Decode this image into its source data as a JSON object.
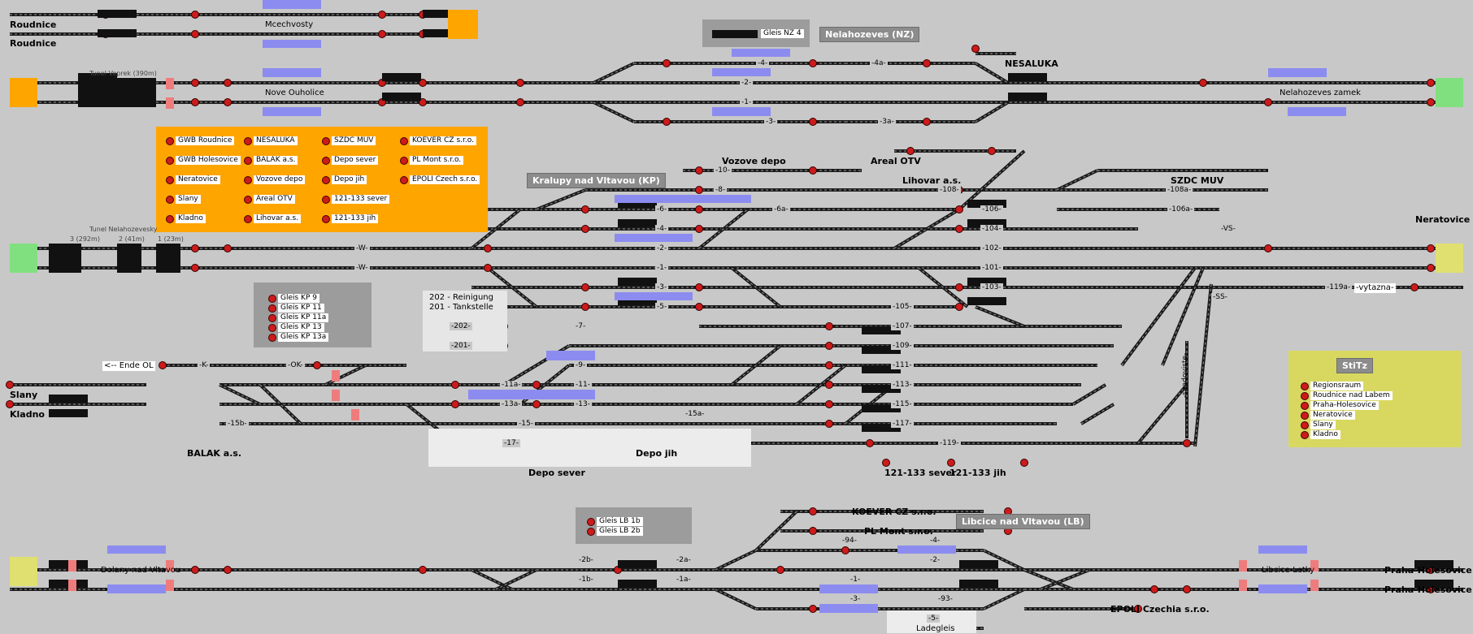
{
  "title_boxes": {
    "gleis_nz4": "Gleis NZ 4",
    "nelahozeves_nz": "Nelahozeves (NZ)",
    "kralupy_kp": "Kralupy nad Vltavou (KP)",
    "libcice_lb": "Libcice nad Vltavou (LB)",
    "stitz": "StiTz"
  },
  "stations": {
    "roudnice_1": "Roudnice",
    "roudnice_2": "Roudnice",
    "mcechvosty": "Mcechvosty",
    "nove_ouholice": "Nove Ouholice",
    "nesaluka": "NESALUKA",
    "nelahozeves_zamek": "Nelahozeves zamek",
    "vozove_depo": "Vozove depo",
    "areal_otv": "Areal OTV",
    "lihovar": "Lihovar a.s.",
    "szdc_muv": "SZDC MUV",
    "neratovice": "Neratovice",
    "slany": "Slany",
    "kladno": "Kladno",
    "balak": "BALAK a.s.",
    "depo_sever": "Depo sever",
    "depo_jih": "Depo jih",
    "sever_121": "121-133 sever",
    "jih_121": "121-133 jih",
    "koever": "KOEVER CZ s.r.o.",
    "pl_mont": "PL Mont s.r.o.",
    "epoli": "EPOLI Czechia s.r.o.",
    "praha_1": "Praha-Holesovice",
    "praha_2": "Praha-Holesovice",
    "dolany": "Dolany nad Vltavou",
    "libcice_letky": "Libcice-Letky",
    "ladegleis": "Ladegleis",
    "ende_ol": "<-- Ende OL",
    "reinigung": "202 - Reinigung",
    "tankstelle": "201 - Tankstelle",
    "tunnel_veprek": "Tunel Veprek (390m)",
    "tunnel_nelahozevesky": "Tunel Nelahozevesky",
    "tunnel_3": "3 (292m)",
    "tunnel_2": "2 (41m)",
    "tunnel_1": "1 (23m)",
    "spadoviste": "-spadoviste-",
    "vytazna": "-vytazna-"
  },
  "legend_orange": [
    "GWB Roudnice",
    "GWB Holesovice",
    "Neratovice",
    "Slany",
    "Kladno",
    "NESALUKA",
    "BALAK a.s.",
    "Vozove depo",
    "Areal OTV",
    "Lihovar a.s.",
    "SZDC MUV",
    "Depo sever",
    "Depo jih",
    "121-133 sever",
    "121-133 jih",
    "KOEVER CZ s.r.o.",
    "PL Mont s.r.o.",
    "EPOLI Czech s.r.o."
  ],
  "legend_kp": [
    "Gleis KP 9",
    "Gleis KP 11",
    "Gleis KP 11a",
    "Gleis KP 13",
    "Gleis KP 13a"
  ],
  "legend_lb": [
    "Gleis LB 1b",
    "Gleis LB 2b"
  ],
  "legend_stitz": [
    "Regionsraum",
    "Roudnice nad Labem",
    "Praha-Holesovice",
    "Neratovice",
    "Slany",
    "Kladno"
  ],
  "track_labels": {
    "nz_4": "-4-",
    "nz_4a": "-4a-",
    "nz_2": "-2-",
    "nz_1": "-1-",
    "nz_3": "-3-",
    "nz_3a": "-3a-",
    "kp_10": "-10-",
    "kp_8": "-8-",
    "kp_6": "-6-",
    "kp_6a": "-6a-",
    "kp_4": "-4-",
    "kp_2": "-2-",
    "kp_1": "-1-",
    "kp_3": "-3-",
    "kp_5": "-5-",
    "kp_7": "-7-",
    "kp_9": "-9-",
    "kp_11": "-11-",
    "kp_11a": "-11a-",
    "kp_13": "-13-",
    "kp_13a": "-13a-",
    "kp_15": "-15-",
    "kp_15a": "-15a-",
    "kp_15b": "-15b-",
    "kp_17": "-17-",
    "kp_202": "-202-",
    "kp_201": "-201-",
    "kp_108": "-108-",
    "kp_108a": "-108a-",
    "kp_106": "-106-",
    "kp_106a": "-106a-",
    "kp_104": "-104-",
    "kp_102": "-102-",
    "kp_101": "-101-",
    "kp_103": "-103-",
    "kp_105": "-105-",
    "kp_107": "-107-",
    "kp_109": "-109-",
    "kp_111": "-111-",
    "kp_113": "-113-",
    "kp_115": "-115-",
    "kp_117": "-117-",
    "kp_119": "-119-",
    "kp_119a": "-119a-",
    "vs": "-VS-",
    "ss": "-SS-",
    "w1": "-W-",
    "w2": "-W-",
    "k": "-K-",
    "ok": "-OK-",
    "lb_2b": "-2b-",
    "lb_1b": "-1b-",
    "lb_2a": "-2a-",
    "lb_1a": "-1a-",
    "lb_2": "-2-",
    "lb_1": "-1-",
    "lb_4": "-4-",
    "lb_94": "-94-",
    "lb_3": "-3-",
    "lb_93": "-93-",
    "lb_5": "-5-"
  },
  "colors": {
    "background": "#c8c8c8",
    "track": "#1a1a1a",
    "platform_blue": "#8c8cf0",
    "orange_panel": "#ffa500",
    "green_exit": "#80e080",
    "yellow_exit": "#e0e070",
    "stitz_bg": "#d8d860",
    "signal_red": "#cc1b1b"
  }
}
